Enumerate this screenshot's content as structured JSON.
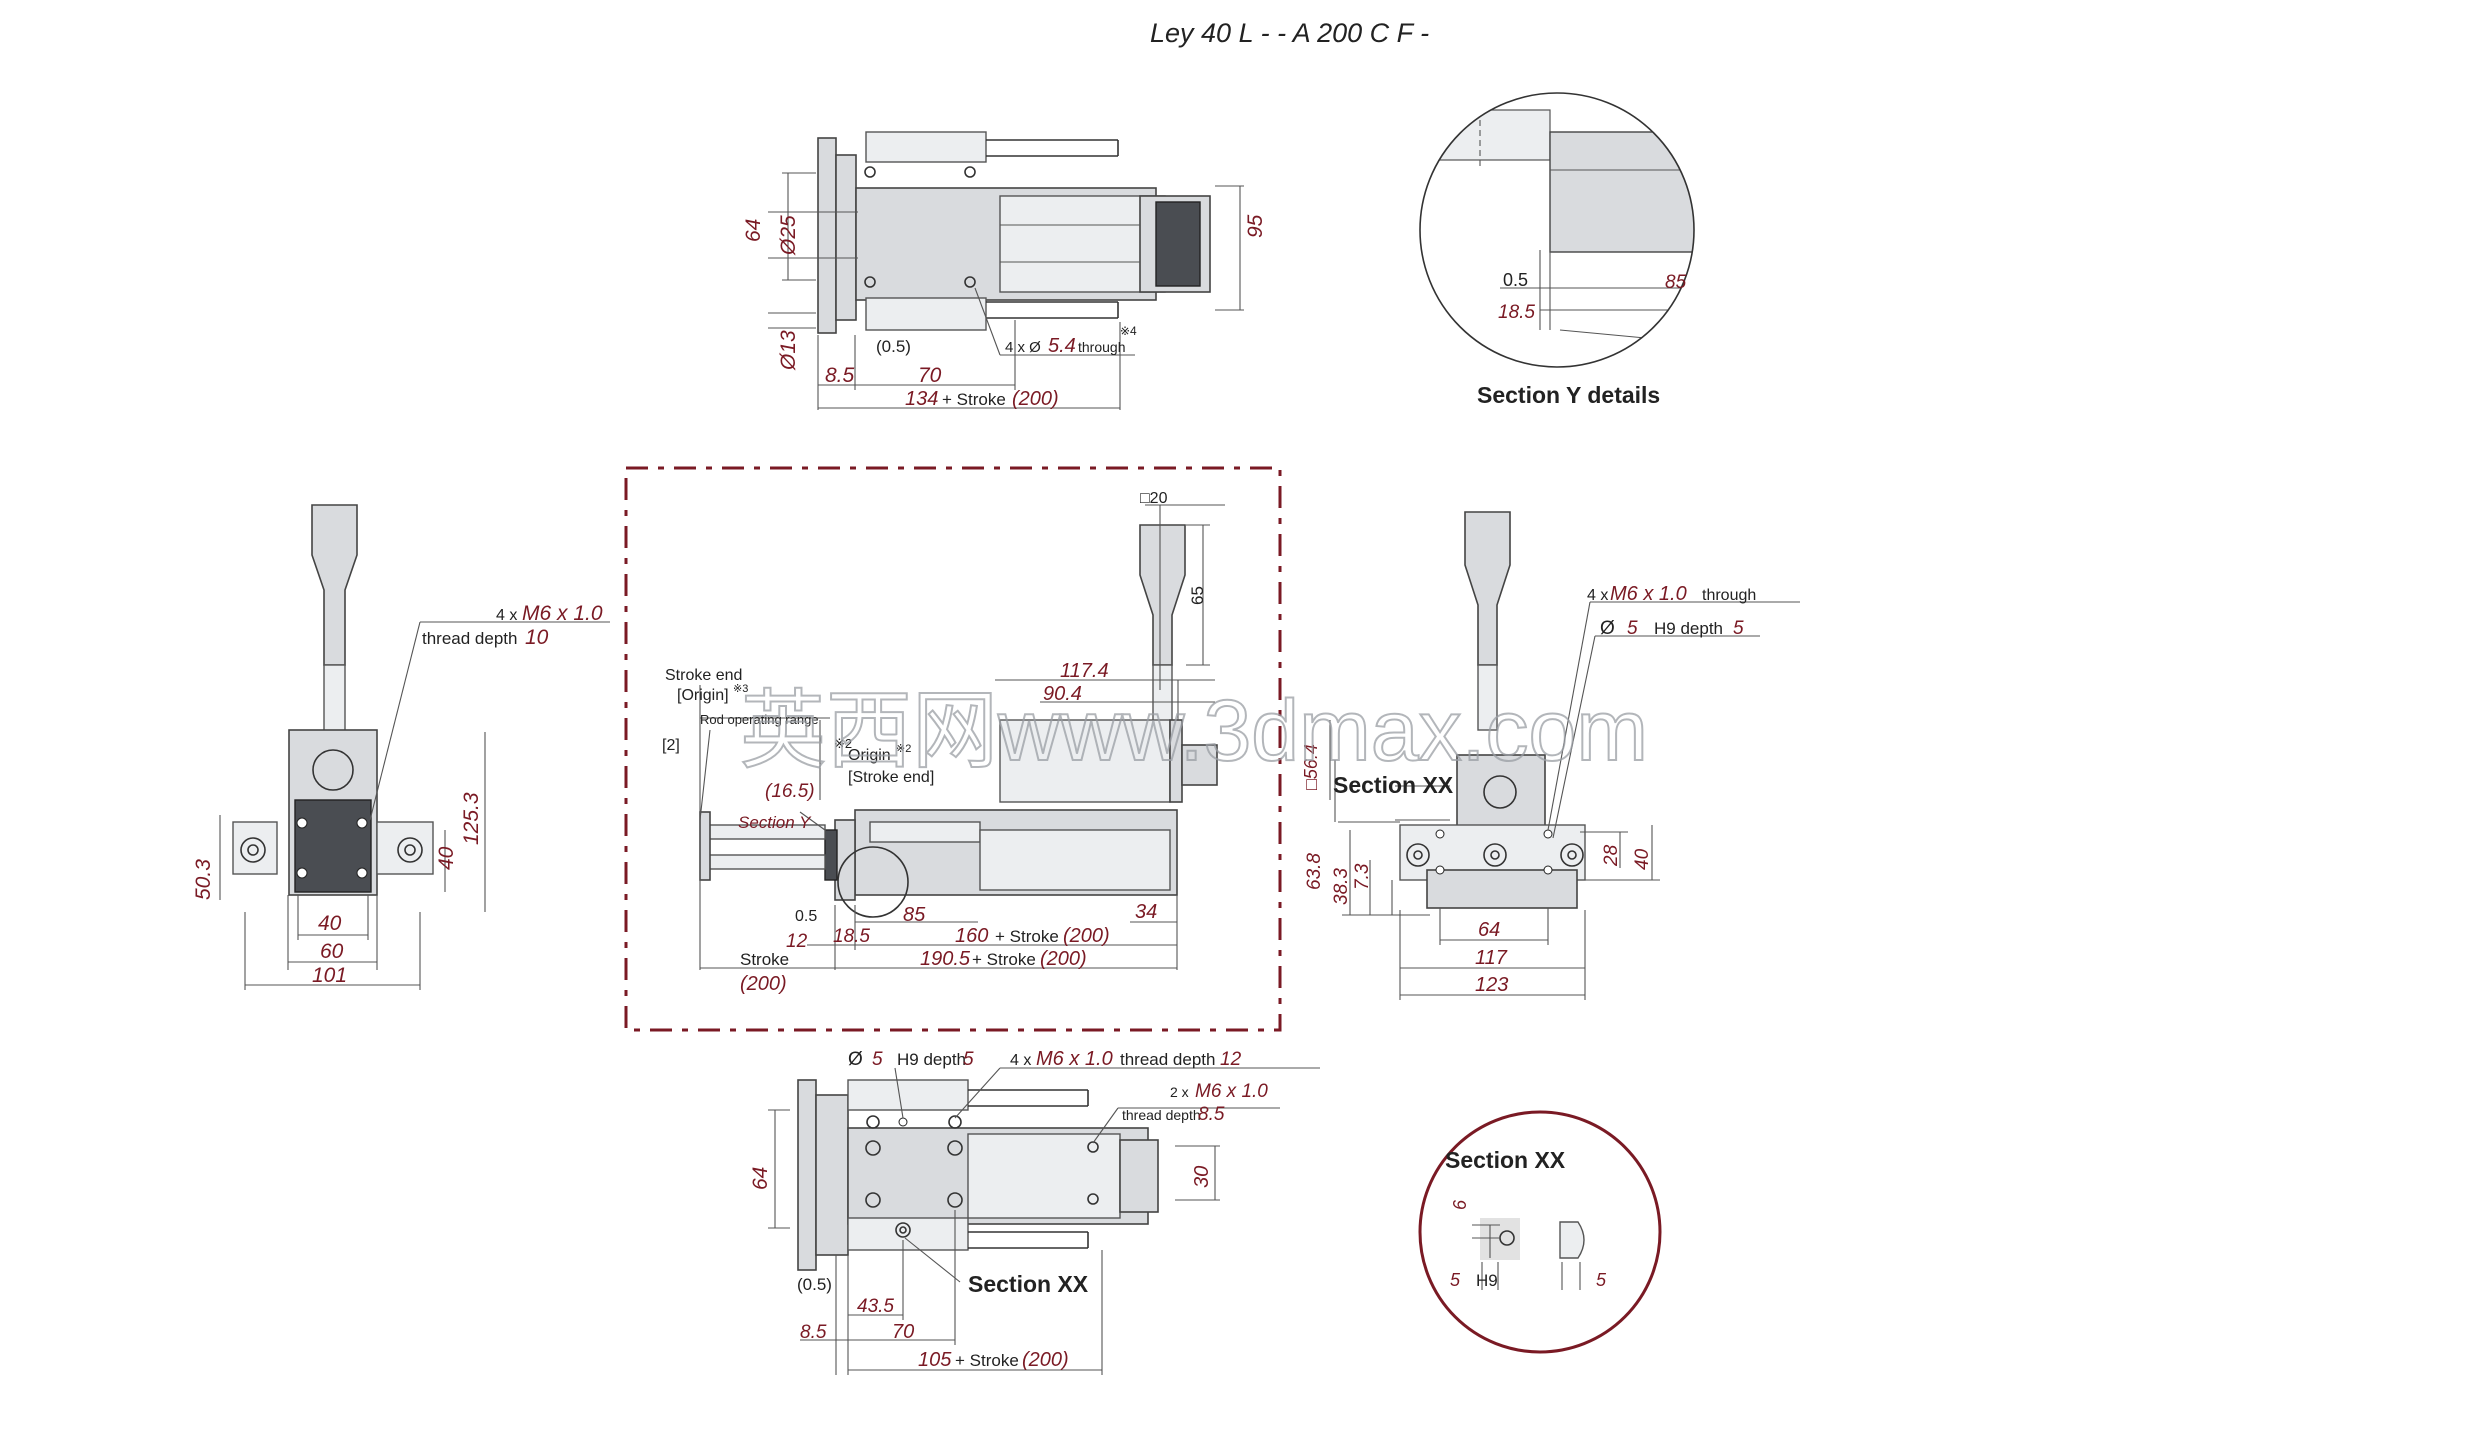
{
  "title": "Ley 40 L - - A 200 C F -",
  "watermark": "英西网www.3dmax.com",
  "colors": {
    "dimension_value": "#7a1a24",
    "line": "#333333",
    "section_border": "#7a1a24",
    "part_fill": "#d9dbde"
  },
  "top_view": {
    "dims": {
      "d64": "64",
      "phi25": "Ø25",
      "phi13": "Ø13",
      "d95": "95",
      "d8_5": "8.5",
      "d70": "70",
      "d0_5": "(0.5)",
      "d134": "134",
      "stroke_label": "+ Stroke",
      "stroke_val": "(200)"
    },
    "hole_note": {
      "prefix": "4 x Ø",
      "value": "5.4",
      "suffix": "through",
      "mark": "※4"
    }
  },
  "section_y": {
    "title": "Section Y details",
    "d0_5": "0.5",
    "d18_5": "18.5",
    "d85": "85"
  },
  "left_view": {
    "note1_prefix": "4 x",
    "note1_value": "M6 x 1.0",
    "note1_suffix": "thread depth",
    "note1_depth": "10",
    "dims": {
      "d50_3": "50.3",
      "d125_3": "125.3",
      "d40v": "40",
      "d40h": "40",
      "d60": "60",
      "d101": "101"
    }
  },
  "main_view": {
    "labels": {
      "stroke_end": "Stroke end",
      "origin3": "[Origin]",
      "mark3": "※3",
      "rod_range": "Rod operating range",
      "bracket2": "[2]",
      "mark2a": "※2",
      "origin2": "Origin",
      "mark2b": "※2",
      "stroke_end2": "[Stroke end]",
      "section_y": "Section Y",
      "d0_5": "0.5",
      "stroke_text": "Stroke",
      "plus_stroke_a": "+ Stroke",
      "plus_stroke_b": "+ Stroke"
    },
    "dims": {
      "d20": "□20",
      "d65": "65",
      "d117_4": "117.4",
      "d90_4": "90.4",
      "d16_5": "(16.5)",
      "d85": "85",
      "d34": "34",
      "d12": "12",
      "d18_5": "18.5",
      "d160": "160",
      "d160_stroke": "(200)",
      "d190_5": "190.5",
      "d190_stroke": "(200)",
      "stroke_val": "(200)"
    }
  },
  "right_view": {
    "note1_prefix": "4 x",
    "note1_value": "M6 x 1.0",
    "note1_suffix": "through",
    "note2_prefix": "Ø",
    "note2_value": "5",
    "note2_mid": "H9 depth",
    "note2_depth": "5",
    "section_label": "Section XX",
    "dims": {
      "d56_4": "□56.4",
      "d63_8": "63.8",
      "d38_3": "38.3",
      "d7_3": "7.3",
      "d28": "28",
      "d40": "40",
      "d64": "64",
      "d117": "117",
      "d123": "123"
    }
  },
  "bottom_view": {
    "note1_prefix": "Ø",
    "note1_value": "5",
    "note1_mid": "H9 depth",
    "note1_depth": "5",
    "note2_prefix": "4 x",
    "note2_value": "M6 x 1.0",
    "note2_mid": "thread depth",
    "note2_depth": "12",
    "note3_prefix": "2 x",
    "note3_value": "M6 x 1.0",
    "note3_mid": "thread depth",
    "note3_depth": "8.5",
    "section_label": "Section XX",
    "dims": {
      "d64": "64",
      "d30": "30",
      "d0_5": "(0.5)",
      "d43_5": "43.5",
      "d8_5": "8.5",
      "d70": "70",
      "d105": "105",
      "stroke_label": "+ Stroke",
      "stroke_val": "(200)"
    }
  },
  "section_xx": {
    "title": "Section XX",
    "d6": "6",
    "d5a": "5",
    "h9": "H9",
    "d5b": "5"
  }
}
